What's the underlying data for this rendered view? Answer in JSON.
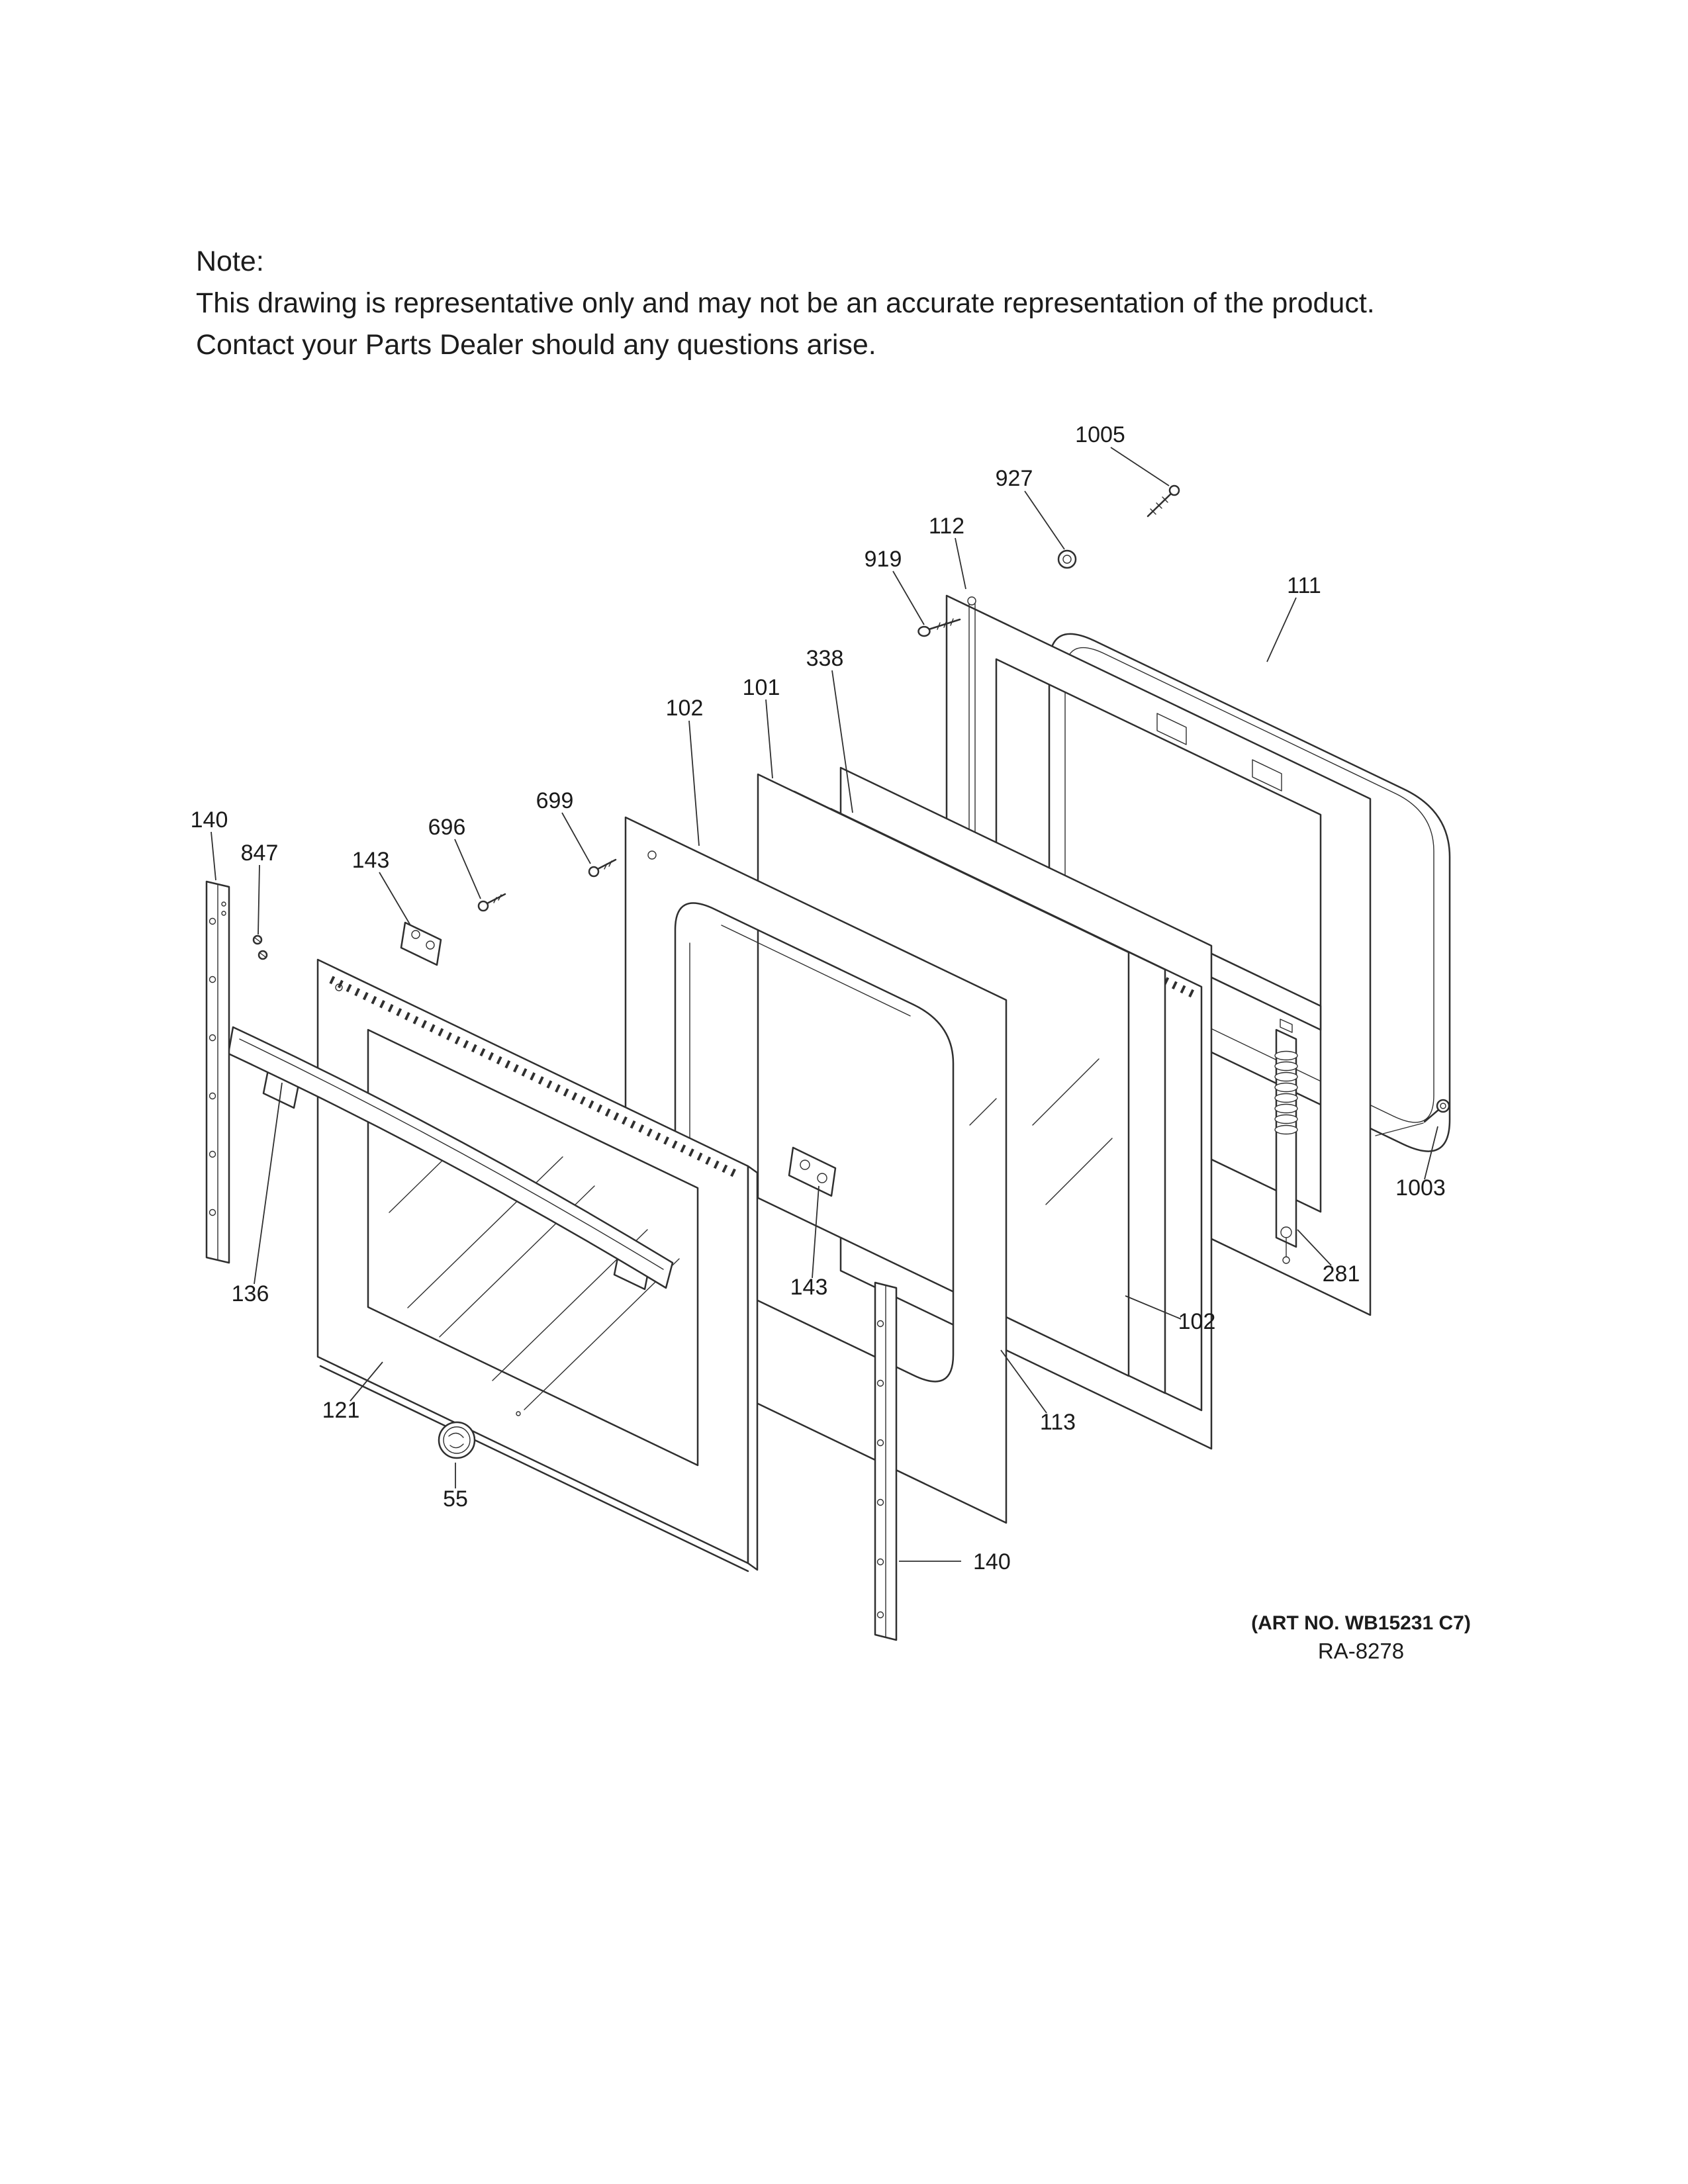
{
  "note": {
    "title": "Note:",
    "line1": "This drawing is representative only and may not be an accurate representation of the product.",
    "line2": "Contact your Parts Dealer should any questions arise."
  },
  "footer": {
    "art_no": "(ART NO. WB15231 C7)",
    "drawing_no": "RA-8278"
  },
  "parts": {
    "p1005": "1005",
    "p927": "927",
    "p112": "112",
    "p919": "919",
    "p111": "111",
    "p338": "338",
    "p101": "101",
    "p102a": "102",
    "p699": "699",
    "p696": "696",
    "p143a": "143",
    "p140a": "140",
    "p847": "847",
    "p136": "136",
    "p121": "121",
    "p55": "55",
    "p143b": "143",
    "p113": "113",
    "p102b": "102",
    "p140b": "140",
    "p1003": "1003",
    "p281": "281"
  },
  "colors": {
    "line": "#2f2f2f",
    "text": "#1a1a1a",
    "background": "#ffffff"
  }
}
